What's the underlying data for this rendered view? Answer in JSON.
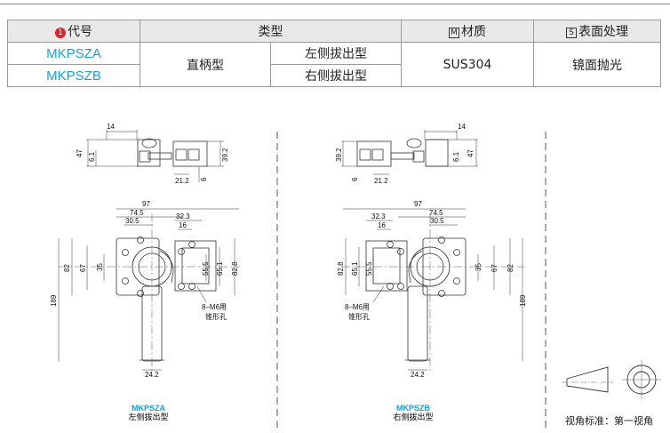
{
  "table": {
    "h_code_num": "1",
    "h_code": "代号",
    "h_type": "类型",
    "h_mat_box": "M",
    "h_mat": "材质",
    "h_surf_box": "S",
    "h_surf": "表面处理",
    "row1_code": "MKPSZA",
    "row2_code": "MKPSZB",
    "type_main": "直柄型",
    "type_left": "左侧拔出型",
    "type_right": "右侧拔出型",
    "material": "SUS304",
    "surface": "镜面抛光"
  },
  "drawing": {
    "dims": {
      "d14": "14",
      "d47": "47",
      "d61": "6.1",
      "d392": "39.2",
      "d212": "21.2",
      "d6": "6",
      "d97": "97",
      "d745": "74.5",
      "d305": "30.5",
      "d323": "32.3",
      "d16": "16",
      "d82": "82",
      "d67": "67",
      "d35": "35",
      "d555": "55.5",
      "d651": "65.1",
      "d828": "82.8",
      "d189": "189",
      "d242": "24.2",
      "hole": "8–M6用",
      "hole2": "锥形孔"
    },
    "left_code": "MKPSZA",
    "left_name": "左侧拔出型",
    "right_code": "MKPSZB",
    "right_name": "右侧拔出型",
    "projection": "视角标准：第一视角"
  }
}
